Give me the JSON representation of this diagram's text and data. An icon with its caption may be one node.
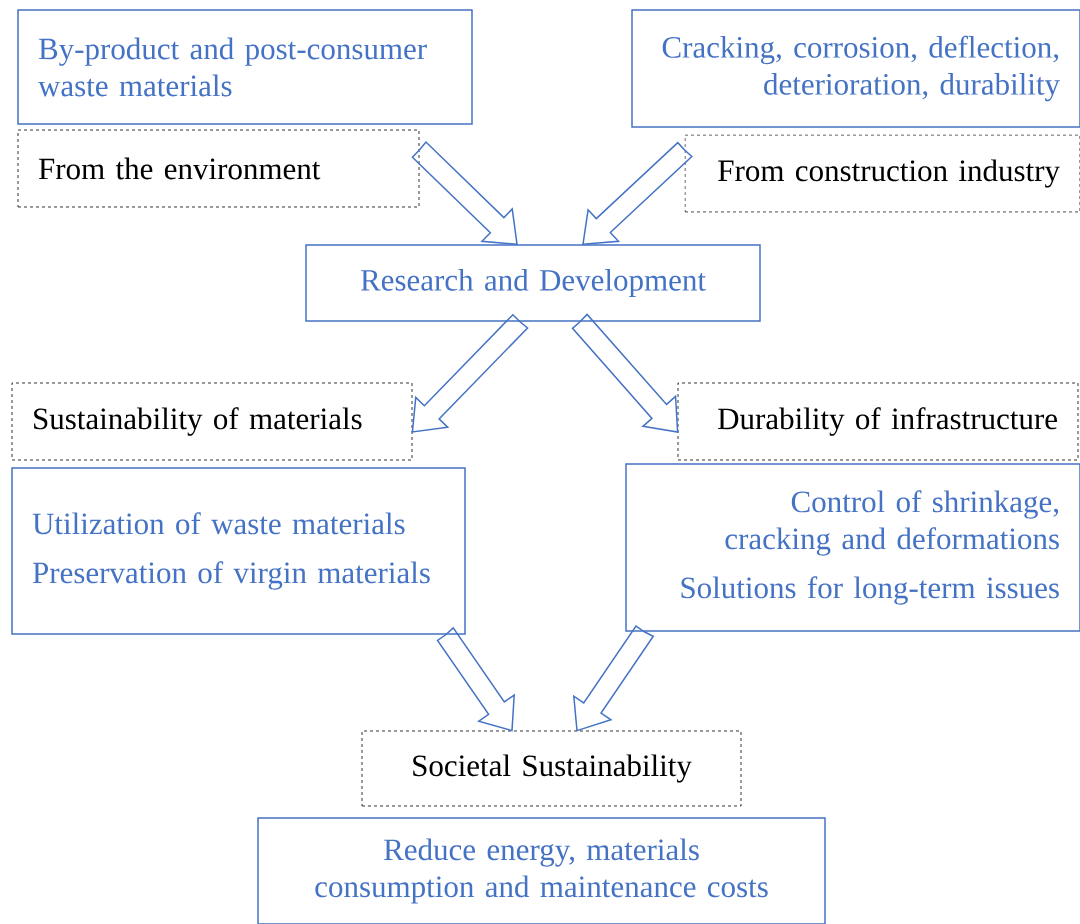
{
  "diagram": {
    "nodes": [
      {
        "text": [
          "By-product and post-consumer waste materials"
        ]
      },
      {
        "text": [
          "Cracking, corrosion, deflection, deterioration, durability"
        ]
      },
      {
        "text": [
          "From the environment"
        ]
      },
      {
        "text": [
          "From construction industry"
        ]
      },
      {
        "text": [
          "Research and Development"
        ]
      },
      {
        "text": [
          "Sustainability of materials"
        ]
      },
      {
        "text": [
          "Durability of infrastructure"
        ]
      },
      {
        "text": [
          "Utilization of waste materials",
          "Preservation of virgin materials"
        ]
      },
      {
        "text": [
          "Control of shrinkage, cracking and deformations",
          "Solutions for long-term issues"
        ]
      },
      {
        "text": [
          "Societal Sustainability"
        ]
      },
      {
        "text": [
          "Reduce energy, materials consumption and maintenance costs"
        ]
      }
    ],
    "edges": [
      {
        "from": 2,
        "to": 4,
        "arrow": "to"
      },
      {
        "from": 3,
        "to": 4,
        "arrow": "to"
      },
      {
        "from": 4,
        "to": 5,
        "arrow": "to"
      },
      {
        "from": 4,
        "to": 6,
        "arrow": "to"
      },
      {
        "from": 7,
        "to": 9,
        "arrow": "to"
      },
      {
        "from": 8,
        "to": 9,
        "arrow": "to"
      }
    ]
  }
}
